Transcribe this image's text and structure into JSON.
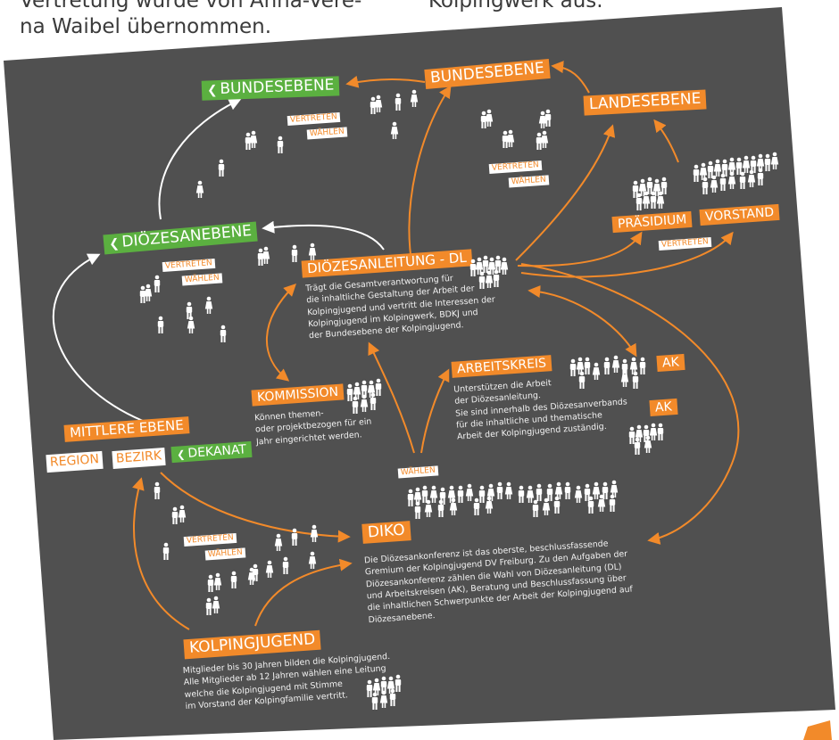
{
  "header": {
    "line1_left": "Vertretung wurde von Anna-Vere-",
    "line1_right": "Kolpingwerk aus.",
    "line2": "na Waibel übernommen."
  },
  "colors": {
    "background": "#505050",
    "orange": "#f28a2a",
    "green": "#5bb040",
    "white": "#ffffff"
  },
  "icons": {
    "leaf": "leaf-icon",
    "person": "person-icon"
  },
  "labels": {
    "bundesebene_green": "BUNDESEBENE",
    "bundesebene_orange": "BUNDESEBENE",
    "landesebene": "LANDESEBENE",
    "dioezesanebene": "DIÖZESANEBENE",
    "dioezesanleitung": "DIÖZESANLEITUNG - DL",
    "praesidium": "PRÄSIDIUM",
    "vorstand": "VORSTAND",
    "arbeitskreis": "ARBEITSKREIS",
    "ak": "AK",
    "kommission": "KOMMISSION",
    "mittlere_ebene": "MITTLERE EBENE",
    "region": "REGION",
    "bezirk": "BEZIRK",
    "dekanat": "DEKANAT",
    "diko": "DIKO",
    "kolpingjugend": "KOLPINGJUGEND",
    "vertreten": "VERTRETEN",
    "waehlen": "WÄHLEN"
  },
  "descriptions": {
    "dioezesanleitung": "Trägt die Gesamtverantwortung für\ndie inhaltliche Gestaltung der Arbeit der\nKolpingjugend und vertritt die Interessen der\nKolpingjugend im Kolpingwerk, BDKJ und\nder Bundesebene der Kolpingjugend.",
    "arbeitskreis": "Unterstützen die Arbeit\nder Diözesanleitung.\nSie sind innerhalb des Diözesanverbands\nfür die inhaltliche und thematische\nArbeit der Kolpingjugend zuständig.",
    "kommission": "Können themen-\noder projektbezogen für ein\nJahr eingerichtet werden.",
    "diko": "Die Diözesankonferenz ist das oberste, beschlussfassende\nGremium der Kolpingjugend DV Freiburg. Zu den Aufgaben der\nDiözesankonferenz zählen die Wahl von Diözesanleitung (DL)\nund Arbeitskreisen (AK), Beratung und Beschlussfassung über\ndie inhaltlichen Schwerpunkte der Arbeit der Kolpingjugend auf\nDiözesanebene.",
    "kolpingjugend": "Mitglieder bis 30 Jahren bilden die Kolpingjugend.\nAlle Mitglieder ab 12 Jahren wählen eine Leitung\nwelche die Kolpingjugend mit Stimme\nim Vorstand der Kolpingfamilie vertritt."
  }
}
